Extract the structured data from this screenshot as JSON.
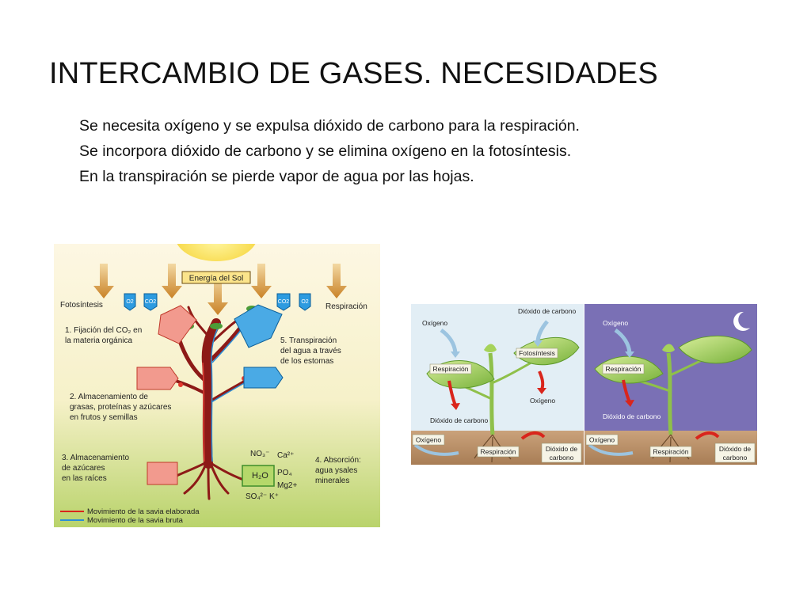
{
  "slide": {
    "title": "INTERCAMBIO DE GASES. NECESIDADES",
    "bullets": [
      "Se necesita oxígeno y se expulsa dióxido de carbono para la respiración.",
      "Se incorpora dióxido de carbono y se elimina oxígeno en la fotosíntesis.",
      "En la transpiración se pierde vapor de agua por las hojas."
    ]
  },
  "tree_diagram": {
    "sun_label": "Energía del Sol",
    "left_process": "Fotosíntesis",
    "right_process": "Respiración",
    "gas_o2": "O2",
    "gas_co2": "CO2",
    "step1": [
      "1. Fijación del CO₂ en",
      "la materia orgánica"
    ],
    "step2": [
      "2. Almacenamiento de",
      "grasas, proteínas y azúcares",
      "en frutos y semillas"
    ],
    "step3": [
      "3. Almacenamiento",
      "de azúcares",
      "en las raíces"
    ],
    "step4": [
      "4. Absorción:",
      "agua ysales",
      "minerales"
    ],
    "step5": [
      "5. Transpiración",
      "del agua a través",
      "de los estomas"
    ],
    "ions": [
      "NO₃⁻",
      "Ca²⁺",
      "H₂O",
      "PO₄",
      "Mg2+",
      "SO₄²⁻",
      "K⁺"
    ],
    "legend": [
      {
        "label": "Movimiento de la savia elaborada",
        "color": "#d9251c"
      },
      {
        "label": "Movimiento de la savia bruta",
        "color": "#2b8fd6"
      }
    ]
  },
  "plant_diagram": {
    "day": {
      "top_labels": [
        "Oxígeno",
        "Dióxido de carbono"
      ],
      "leaf_labels": [
        "Respiración",
        "Fotosíntesis"
      ],
      "mid_labels": [
        "Dióxido de carbono",
        "Oxígeno"
      ],
      "soil_labels": [
        "Oxígeno",
        "Respiración",
        "Dióxido de",
        "carbono"
      ]
    },
    "night": {
      "top_labels": [
        "Oxígeno"
      ],
      "leaf_labels": [
        "Respiración"
      ],
      "mid_labels": [
        "Dióxido de carbono"
      ],
      "soil_labels": [
        "Oxígeno",
        "Respiración",
        "Dióxido de",
        "carbono"
      ]
    }
  }
}
